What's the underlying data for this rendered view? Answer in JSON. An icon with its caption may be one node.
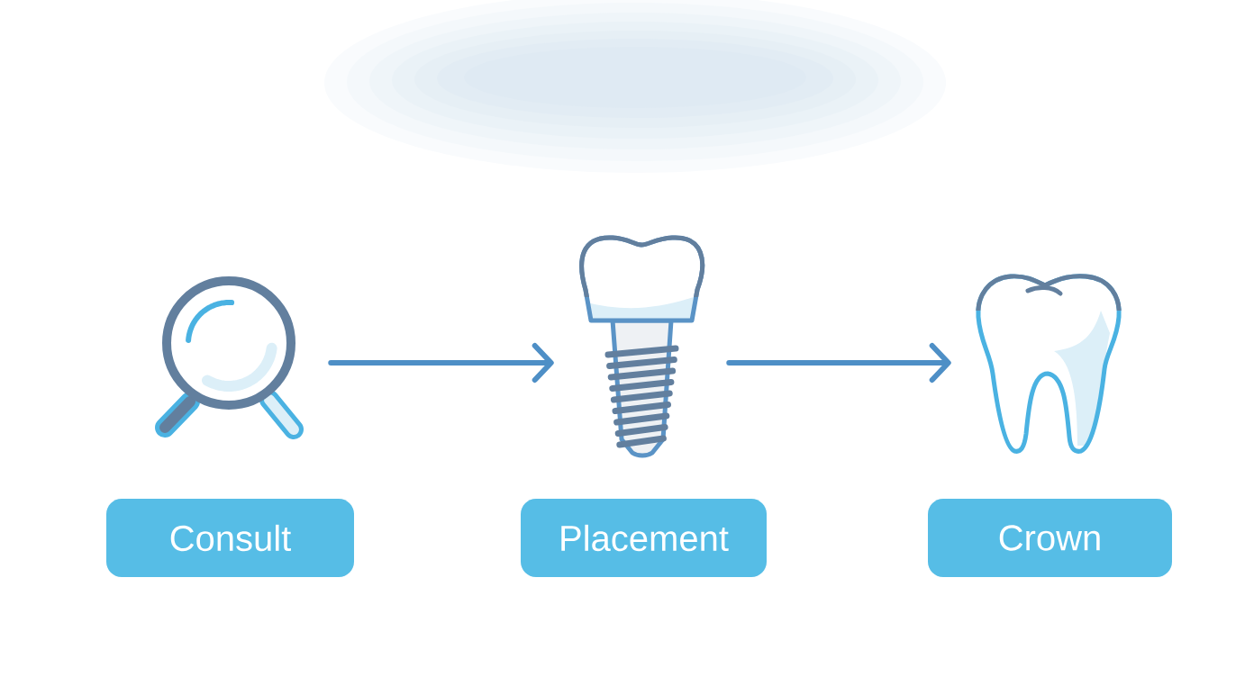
{
  "diagram": {
    "nodes": [
      {
        "text": [],
        "shape": "picture"
      },
      {
        "text": [],
        "shape": "picture"
      },
      {
        "text": [],
        "shape": "picture"
      },
      {
        "text": [
          "Consult"
        ]
      },
      {
        "text": [
          "Placement"
        ]
      },
      {
        "text": [
          "Crown"
        ]
      }
    ],
    "edges": [
      {
        "from": 0,
        "to": 1,
        "arrow": "to"
      },
      {
        "from": 1,
        "to": 2,
        "arrow": "to"
      }
    ]
  }
}
